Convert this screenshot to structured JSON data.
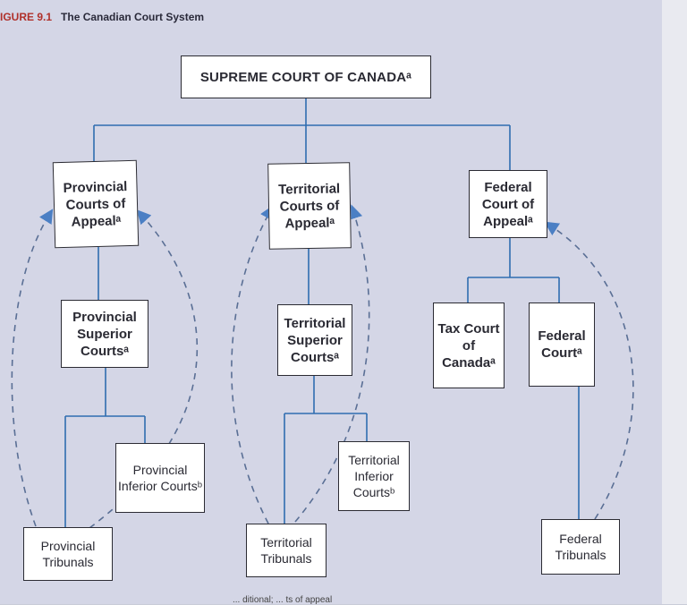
{
  "figure": {
    "number": "IGURE 9.1",
    "title": "The Canadian Court System"
  },
  "nodes": {
    "supreme": "SUPREME COURT OF CANADAᵃ",
    "prov_appeal": "Provincial Courts of Appealᵃ",
    "terr_appeal": "Territorial Courts of Appealᵃ",
    "fed_appeal": "Federal Court of Appealᵃ",
    "prov_superior": "Provincial Superior Courtsᵃ",
    "terr_superior": "Territorial Superior Courtsᵃ",
    "tax_court": "Tax Court of Canadaᵃ",
    "fed_court": "Federal Courtᵃ",
    "prov_inferior": "Provincial Inferior Courtsᵇ",
    "terr_inferior": "Territorial Inferior Courtsᵇ",
    "prov_tribunals": "Provincial Tribunals",
    "terr_tribunals": "Territorial Tribunals",
    "fed_tribunals": "Federal Tribunals"
  },
  "colors": {
    "line": "#2f6db0",
    "arrow": "#4b7fc4",
    "dashed": "#5a6f95",
    "box_border": "#2b2b33"
  },
  "footnote": "... ditional; ... ts of appeal"
}
